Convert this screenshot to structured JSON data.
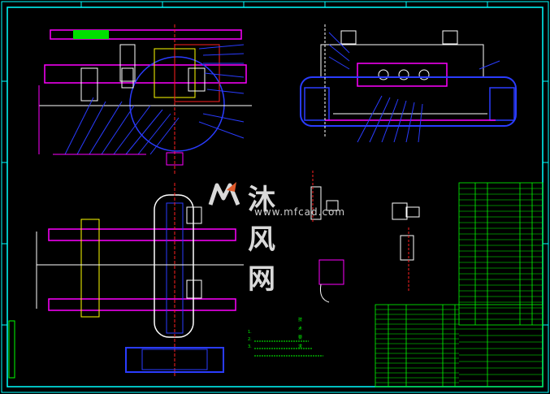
{
  "watermark": {
    "cn": "沐风网",
    "en": "www.mfcad.com"
  },
  "notes": {
    "heading": "技术要求",
    "items": [
      "1.",
      "2.",
      "3."
    ]
  },
  "colors": {
    "background": "#000000",
    "frame": "#00ffff",
    "linework": "#ffffff",
    "accent_magenta": "#ff00ff",
    "accent_blue": "#2a3cff",
    "accent_red": "#ff2020",
    "accent_green": "#00ff00",
    "accent_yellow": "#ffff00"
  }
}
